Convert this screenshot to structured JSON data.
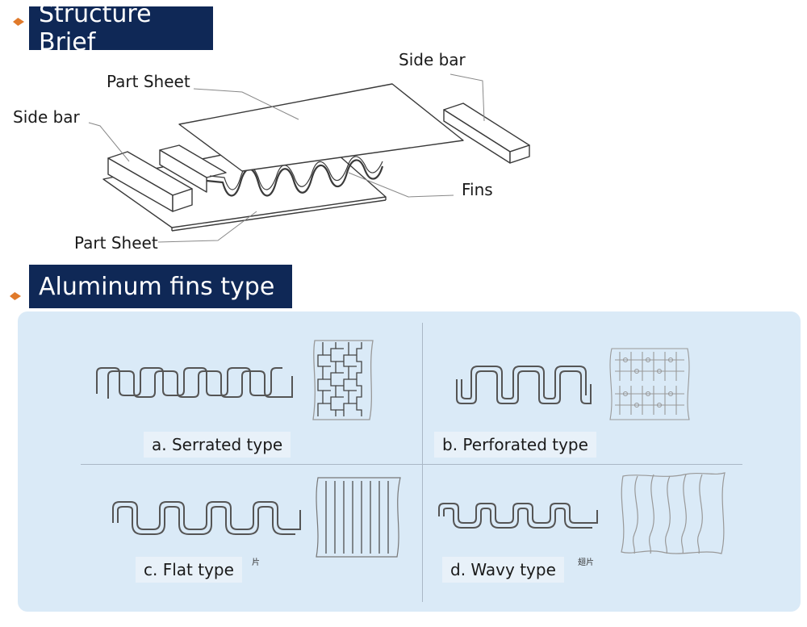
{
  "sections": {
    "structure_title": "Structure Brief",
    "fins_title": "Aluminum fins type"
  },
  "diagram_labels": {
    "side_bar_right": "Side bar",
    "side_bar_left": "Side bar",
    "part_sheet_top": "Part Sheet",
    "part_sheet_bottom": "Part Sheet",
    "fins": "Fins"
  },
  "fin_types": [
    {
      "label": "a. Serrated  type"
    },
    {
      "label": "b. Perforated  type"
    },
    {
      "label": "c. Flat type",
      "mark": "片"
    },
    {
      "label": "d. Wavy  type",
      "mark": "翅片"
    }
  ],
  "colors": {
    "banner": "#0f2856",
    "bullet": "#e07a2b",
    "panel": "#daeaf7"
  }
}
